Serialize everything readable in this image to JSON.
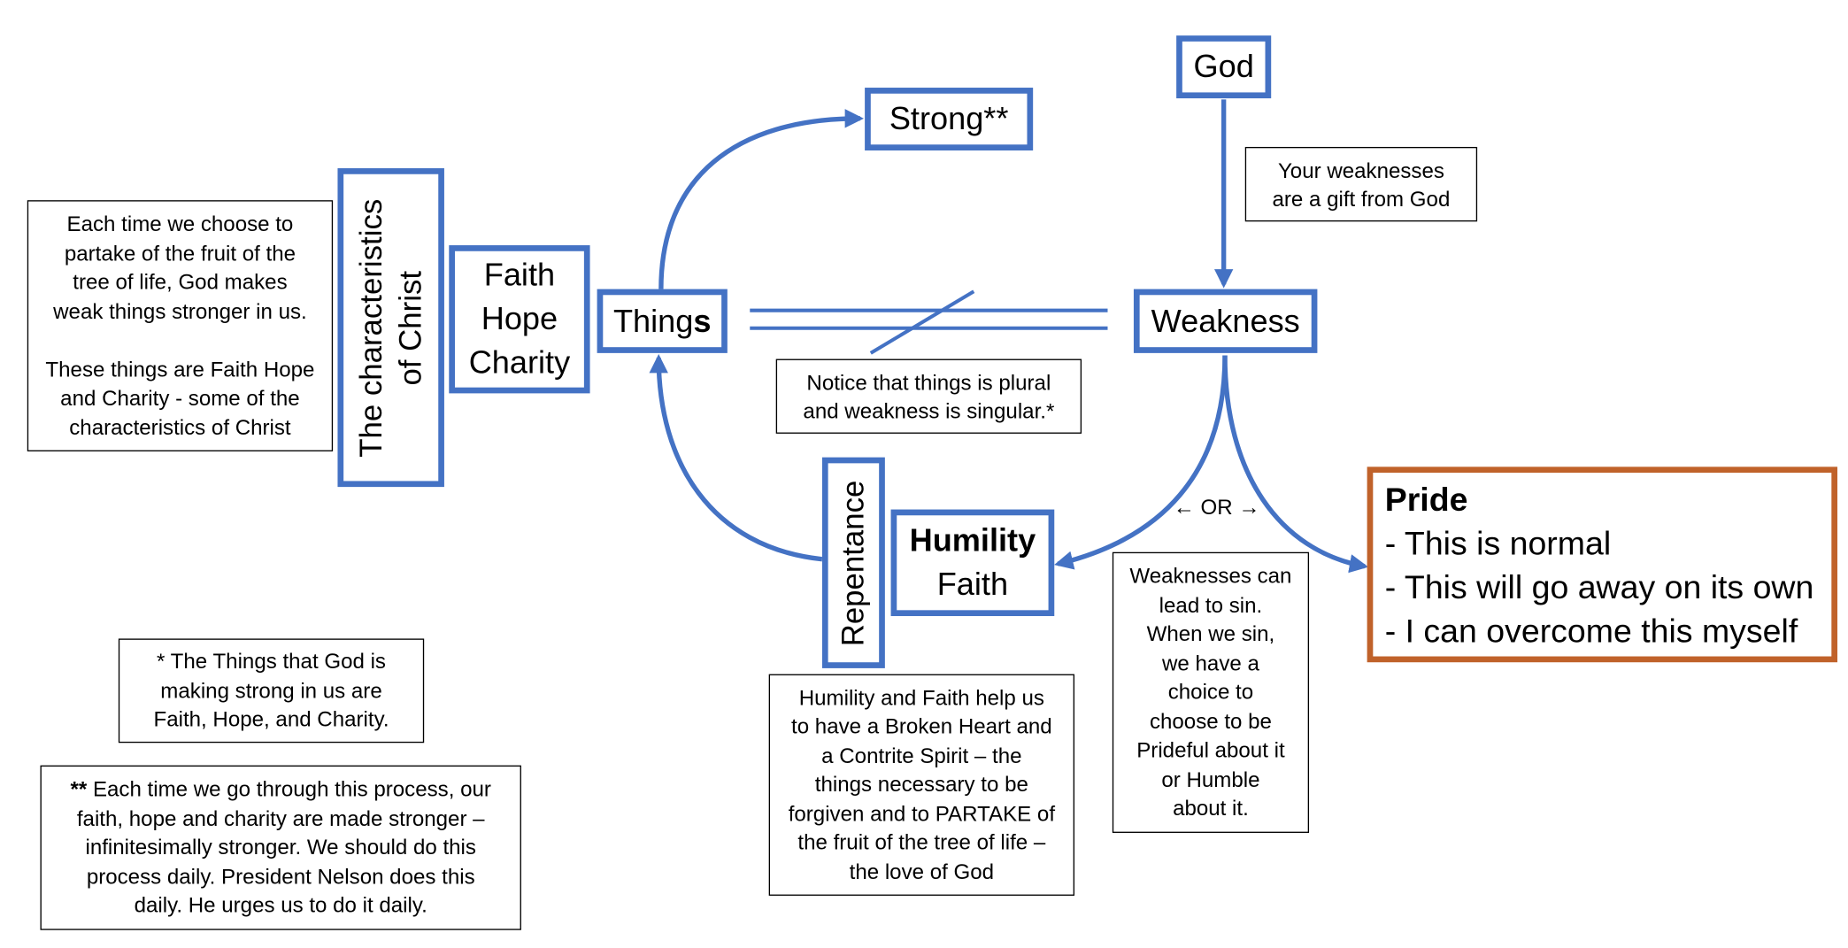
{
  "nodes": {
    "god": "God",
    "strong": "Strong**",
    "things_base": "Thing",
    "things_bold": "s",
    "weakness": "Weakness",
    "faith_hope_charity": [
      "Faith",
      "Hope",
      "Charity"
    ],
    "characteristics": [
      "The characteristics",
      "of Christ"
    ],
    "repentance": "Repentance",
    "humility": "Humility",
    "faith": "Faith",
    "pride_title": "Pride",
    "pride_lines": [
      "- This is normal",
      "- This will go away on its own",
      "- I can overcome this myself"
    ],
    "or_label": "← OR →"
  },
  "notes": {
    "gift": [
      "Your weaknesses",
      "are a gift from God"
    ],
    "plural": [
      "Notice that things is plural",
      "and weakness is singular.*"
    ],
    "fruit": [
      "Each time we choose to",
      "partake of the fruit of the",
      "tree of life, God makes",
      "weak things stronger in us.",
      "",
      "These things are Faith Hope",
      "and Charity - some of the",
      "characteristics of Christ"
    ],
    "sin": [
      "Weaknesses can",
      "lead to sin.",
      "When we sin,",
      "we have a",
      "choice to",
      "choose to be",
      "Prideful about it",
      "or Humble",
      "about it."
    ],
    "humility_note": [
      "Humility and Faith help us",
      "to have a Broken Heart and",
      "a Contrite Spirit – the",
      "things necessary to be",
      "forgiven and to PARTAKE of",
      "the fruit of the tree of life –",
      "the love of God"
    ],
    "star": [
      "* The Things that God is",
      "making strong in us are",
      "Faith, Hope, and Charity."
    ],
    "double_star_prefix": "**",
    "double_star_lines": [
      " Each time we go through this process, our",
      "faith, hope and charity are made stronger –",
      "infinitesimally stronger. We should do this",
      "process daily. President Nelson does this",
      "daily. He urges us to do it daily."
    ]
  },
  "colors": {
    "node_border": "#4472c4",
    "pride_border": "#c0622a",
    "note_border": "#000000"
  }
}
